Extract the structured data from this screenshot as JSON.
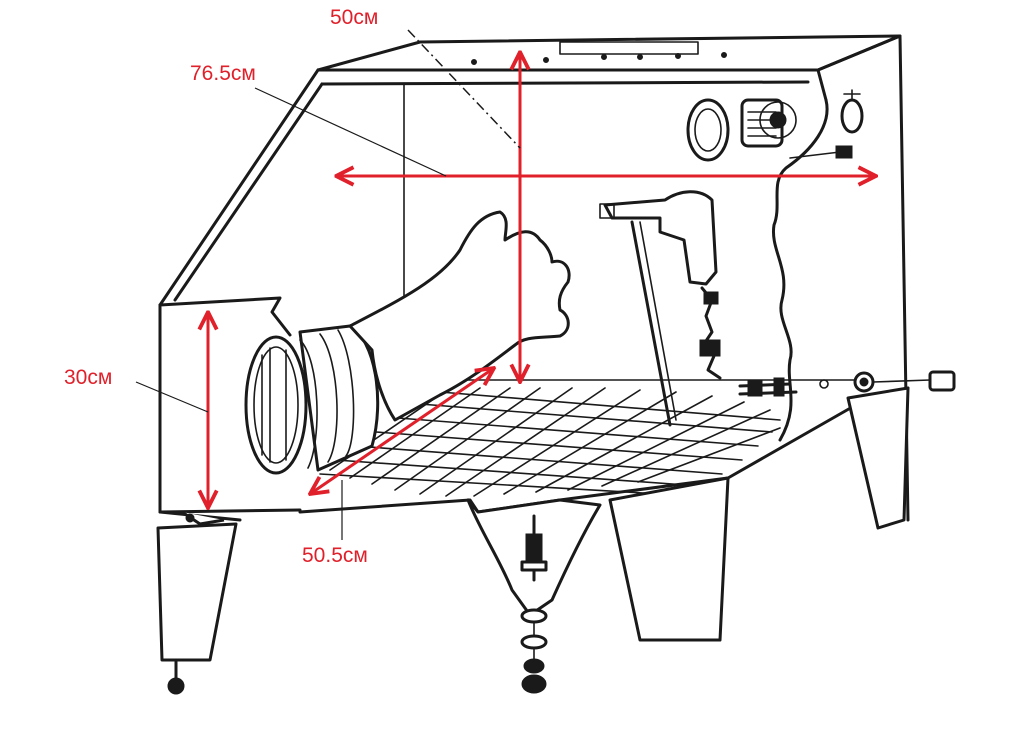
{
  "diagram": {
    "dimensions": {
      "depth": "50см",
      "width": "76.5см",
      "height_front": "30см",
      "depth_floor": "50.5см"
    },
    "colors": {
      "dimension": "#e0202a",
      "ink": "#1a1a1a",
      "background": "#ffffff"
    }
  }
}
